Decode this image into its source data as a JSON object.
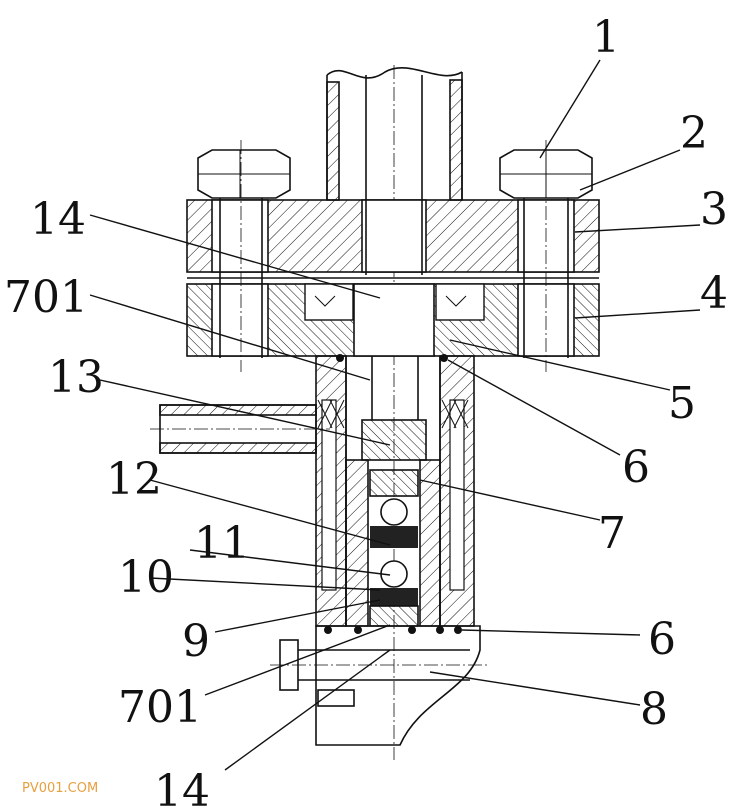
{
  "labels": {
    "l1": "1",
    "l2": "2",
    "l3": "3",
    "l4": "4",
    "l5": "5",
    "l6a": "6",
    "l6b": "6",
    "l7": "7",
    "l8": "8",
    "l9": "9",
    "l10": "10",
    "l11": "11",
    "l12": "12",
    "l13": "13",
    "l14a": "14",
    "l14b": "14",
    "l701a": "701",
    "l701b": "701"
  },
  "watermark": "PV001.COM"
}
